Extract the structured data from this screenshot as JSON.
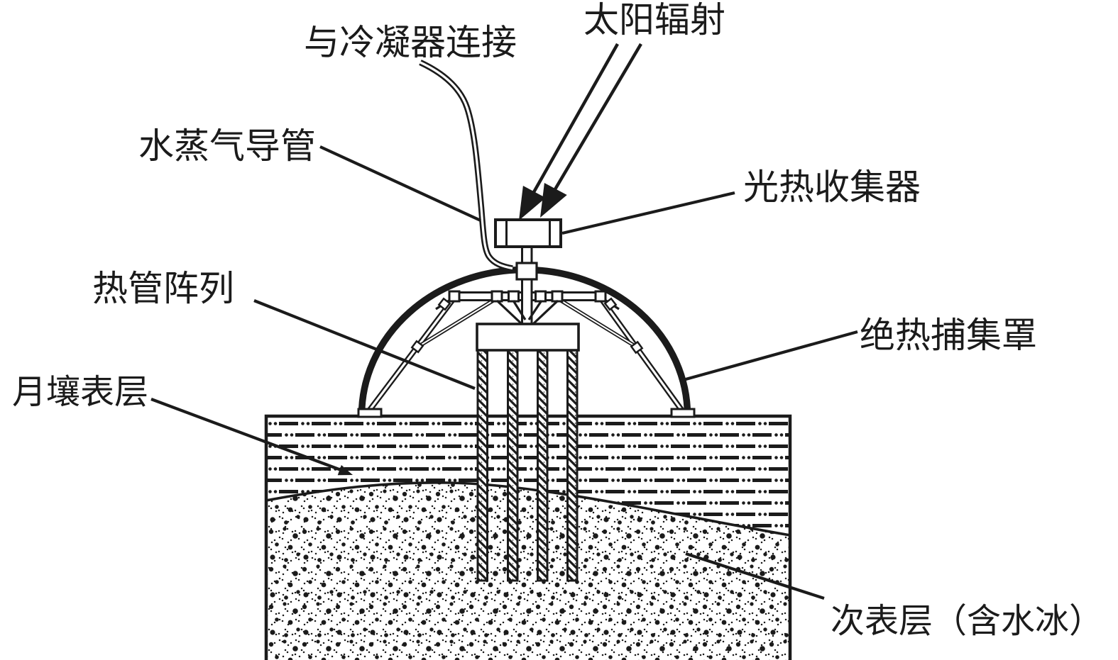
{
  "colors": {
    "ink": "#1b1b1b",
    "background": "#ffffff"
  },
  "labels": {
    "condenser": "与冷凝器连接",
    "solar": "太阳辐射",
    "vapor_duct": "水蒸气导管",
    "collector": "光热收集器",
    "heat_pipe_array": "热管阵列",
    "hood": "绝热捕集罩",
    "regolith": "月壤表层",
    "subsurface": "次表层（含水冰）"
  }
}
